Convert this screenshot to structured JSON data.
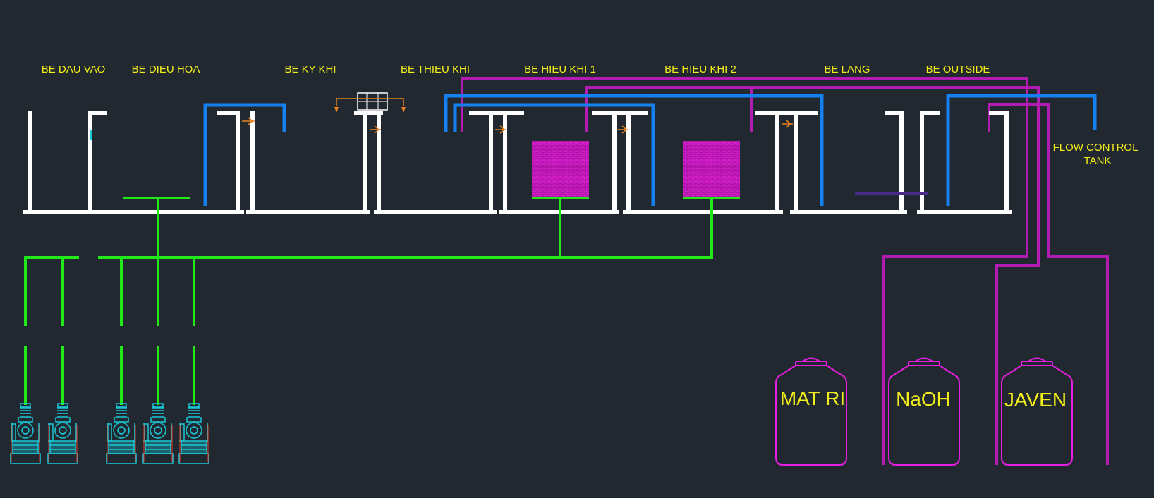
{
  "diagram": {
    "tank_labels": [
      "BE DAU VAO",
      "BE DIEU HOA",
      "BE KY KHI",
      "BE THIEU KHI",
      "BE HIEU KHI 1",
      "BE HIEU KHI 2",
      "BE LANG",
      "BE OUTSIDE"
    ],
    "flow_control_label": [
      "FLOW CONTROL",
      "TANK"
    ],
    "chemical_drums": [
      "MAT RI",
      "NaOH",
      "JAVEN"
    ],
    "colors": {
      "background": "#212830",
      "tank_walls": "#ffffff",
      "air_line": "#22e81a",
      "sludge_return_line": "#1580f0",
      "chemical_line": "#b21cb0",
      "chemical_drum": "#e81ee0",
      "media_block": "#d11cc8",
      "label_text": "#f2ee1a",
      "blower": "#19c8d8"
    },
    "icons": [
      "blower-icon",
      "diffuser-icon",
      "media-block-icon",
      "stirrer-icon",
      "drum-icon"
    ]
  }
}
